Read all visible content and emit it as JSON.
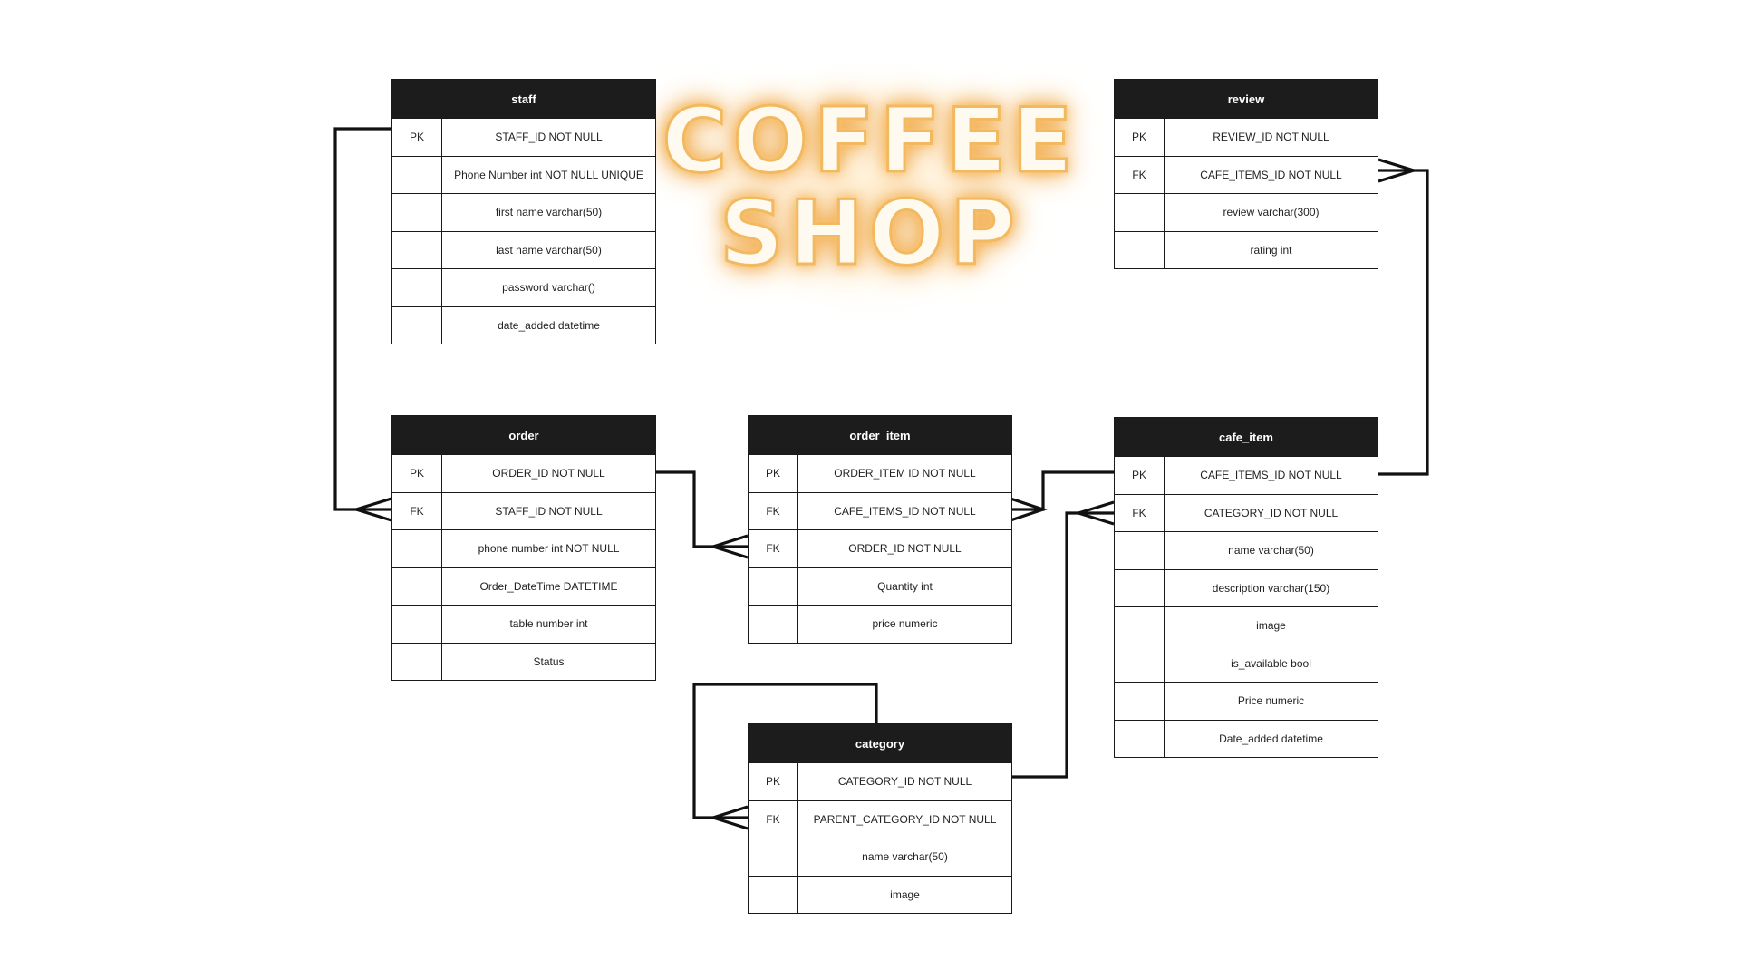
{
  "logo": {
    "line1": "COFFEE",
    "line2": "SHOP",
    "glow_color": "#f2b960"
  },
  "colors": {
    "header_bg": "#1c1c1c",
    "line": "#111111"
  },
  "entities": {
    "staff": {
      "name": "staff",
      "rows": [
        {
          "key": "PK",
          "field": "STAFF_ID NOT NULL"
        },
        {
          "key": "",
          "field": "Phone Number int NOT NULL UNIQUE"
        },
        {
          "key": "",
          "field": "first name varchar(50)"
        },
        {
          "key": "",
          "field": "last name varchar(50)"
        },
        {
          "key": "",
          "field": "password varchar()"
        },
        {
          "key": "",
          "field": "date_added datetime"
        }
      ]
    },
    "review": {
      "name": "review",
      "rows": [
        {
          "key": "PK",
          "field": "REVIEW_ID NOT NULL"
        },
        {
          "key": "FK",
          "field": "CAFE_ITEMS_ID NOT NULL"
        },
        {
          "key": "",
          "field": "review varchar(300)"
        },
        {
          "key": "",
          "field": "rating int"
        }
      ]
    },
    "order": {
      "name": "order",
      "rows": [
        {
          "key": "PK",
          "field": "ORDER_ID NOT NULL"
        },
        {
          "key": "FK",
          "field": "STAFF_ID NOT NULL"
        },
        {
          "key": "",
          "field": "phone number int NOT NULL"
        },
        {
          "key": "",
          "field": "Order_DateTime DATETIME"
        },
        {
          "key": "",
          "field": "table number int"
        },
        {
          "key": "",
          "field": "Status"
        }
      ]
    },
    "order_item": {
      "name": "order_item",
      "rows": [
        {
          "key": "PK",
          "field": "ORDER_ITEM ID NOT NULL"
        },
        {
          "key": "FK",
          "field": "CAFE_ITEMS_ID NOT NULL"
        },
        {
          "key": "FK",
          "field": "ORDER_ID NOT NULL"
        },
        {
          "key": "",
          "field": "Quantity int"
        },
        {
          "key": "",
          "field": "price numeric"
        }
      ]
    },
    "cafe_item": {
      "name": "cafe_item",
      "rows": [
        {
          "key": "PK",
          "field": "CAFE_ITEMS_ID NOT NULL"
        },
        {
          "key": "FK",
          "field": "CATEGORY_ID NOT NULL"
        },
        {
          "key": "",
          "field": "name varchar(50)"
        },
        {
          "key": "",
          "field": "description varchar(150)"
        },
        {
          "key": "",
          "field": "image"
        },
        {
          "key": "",
          "field": "is_available bool"
        },
        {
          "key": "",
          "field": "Price numeric"
        },
        {
          "key": "",
          "field": "Date_added datetime"
        }
      ]
    },
    "category": {
      "name": "category",
      "rows": [
        {
          "key": "PK",
          "field": "CATEGORY_ID NOT NULL"
        },
        {
          "key": "FK",
          "field": "PARENT_CATEGORY_ID NOT NULL"
        },
        {
          "key": "",
          "field": "name varchar(50)"
        },
        {
          "key": "",
          "field": "image"
        }
      ]
    }
  },
  "relationships": [
    {
      "from": "staff.STAFF_ID",
      "to": "order.STAFF_ID",
      "cardinality": "one-to-many"
    },
    {
      "from": "order.ORDER_ID",
      "to": "order_item.ORDER_ID",
      "cardinality": "one-to-many"
    },
    {
      "from": "cafe_item.CAFE_ITEMS_ID",
      "to": "order_item.CAFE_ITEMS_ID",
      "cardinality": "one-to-many"
    },
    {
      "from": "cafe_item.CAFE_ITEMS_ID",
      "to": "review.CAFE_ITEMS_ID",
      "cardinality": "one-to-many"
    },
    {
      "from": "category.CATEGORY_ID",
      "to": "cafe_item.CATEGORY_ID",
      "cardinality": "one-to-many"
    },
    {
      "from": "category.CATEGORY_ID",
      "to": "category.PARENT_CATEGORY_ID",
      "cardinality": "one-to-many"
    }
  ]
}
